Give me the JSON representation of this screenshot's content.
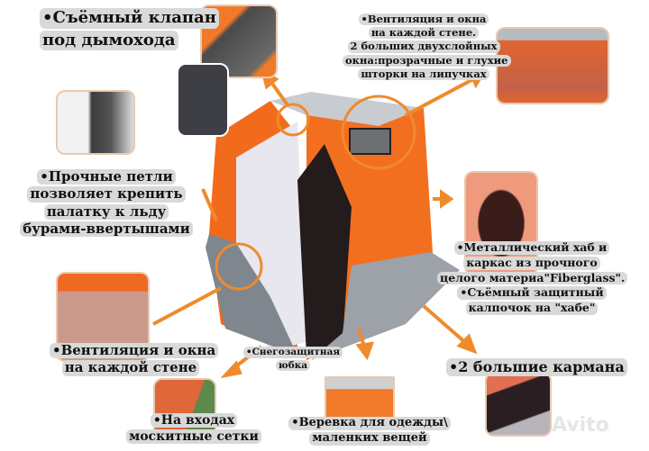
{
  "labels": {
    "chimney": [
      "•Съёмный клапан",
      "под дымохода"
    ],
    "windows_top": [
      "•Вентиляция и окна",
      "на каждой стене.",
      "2 больших двухслойных",
      "окна:прозрачные и глухие",
      "шторки на липучках"
    ],
    "loops": [
      "•Прочные петли",
      "позволяет крепить",
      "палатку к льду",
      "бурами-ввертышами"
    ],
    "hub": [
      "•Металлический хаб и",
      "каркас из прочного",
      "целого материа\"Fiberglass\".",
      "•Съёмный защитный",
      "калпочок на \"хабе\""
    ],
    "windows_bottom": [
      "•Вентиляция и окна",
      "на каждой стене"
    ],
    "skirt": [
      "•Снегозащитная",
      "юбка"
    ],
    "pockets": [
      "•2 большие кармана"
    ],
    "mosquito": [
      "•На входах",
      "москитные сетки"
    ],
    "rope": [
      "•Веревка для одежды\\",
      "маленких вещей"
    ]
  },
  "watermark": "Avito",
  "colors": {
    "accent": "#f08a2c",
    "tent_orange": "#f26a1b",
    "tent_gray": "#8a9096"
  }
}
